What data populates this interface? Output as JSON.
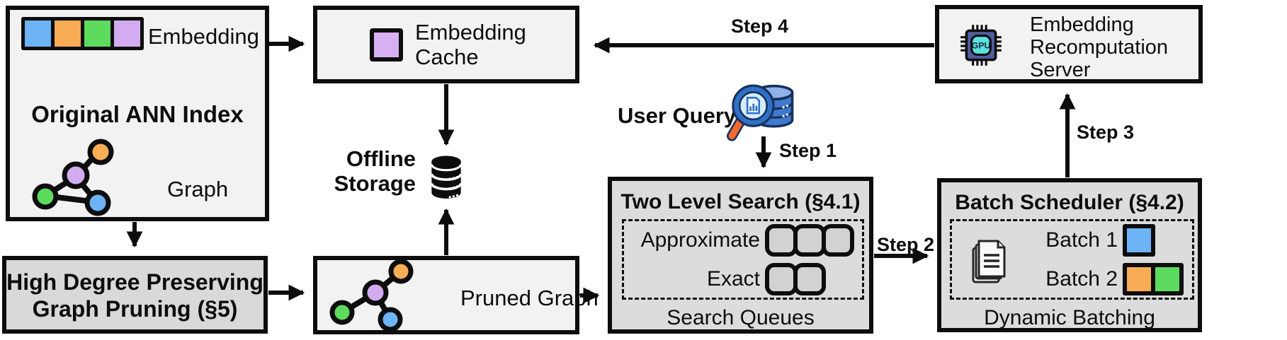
{
  "palette": {
    "box_light_bg": "#f2f2f2",
    "box_dark_bg": "#dcdcdc",
    "outline_black": "#0d0d0d",
    "node_blue": "#6cb4f5",
    "node_orange": "#f8ac55",
    "node_green": "#5cdb5f",
    "node_purple": "#d2abf0",
    "gpu_body_blue": "#4f5f9d",
    "gpu_core_teal": "#5be2de",
    "magnifier_blue": "#2f71c4",
    "magnifier_handle_orange": "#f3692e",
    "query_db_blue": "#3f7ad0"
  },
  "boxes": {
    "ann_index": {
      "title": "Original ANN Index",
      "embedding_label": "Embedding",
      "graph_label": "Graph"
    },
    "embedding_cache": {
      "line1": "Embedding",
      "line2": "Cache"
    },
    "recomputation_server": {
      "line1": "Embedding",
      "line2": "Recomputation",
      "line3": "Server",
      "gpu_label": "GPU"
    },
    "graph_pruning": {
      "line1": "High Degree Preserving",
      "line2": "Graph Pruning (§5)"
    },
    "pruned_graph": {
      "label": "Pruned Graph"
    },
    "two_level_search": {
      "title": "Two Level Search (§4.1)",
      "row1_label": "Approximate",
      "row2_label": "Exact",
      "caption": "Search Queues"
    },
    "batch_scheduler": {
      "title": "Batch Scheduler (§4.2)",
      "row1_label": "Batch 1",
      "row2_label": "Batch 2",
      "caption": "Dynamic Batching"
    }
  },
  "floating": {
    "offline_storage_line1": "Offline",
    "offline_storage_line2": "Storage",
    "user_query": "User Query"
  },
  "steps": {
    "step1": "Step 1",
    "step2": "Step 2",
    "step3": "Step 3",
    "step4": "Step 4"
  }
}
